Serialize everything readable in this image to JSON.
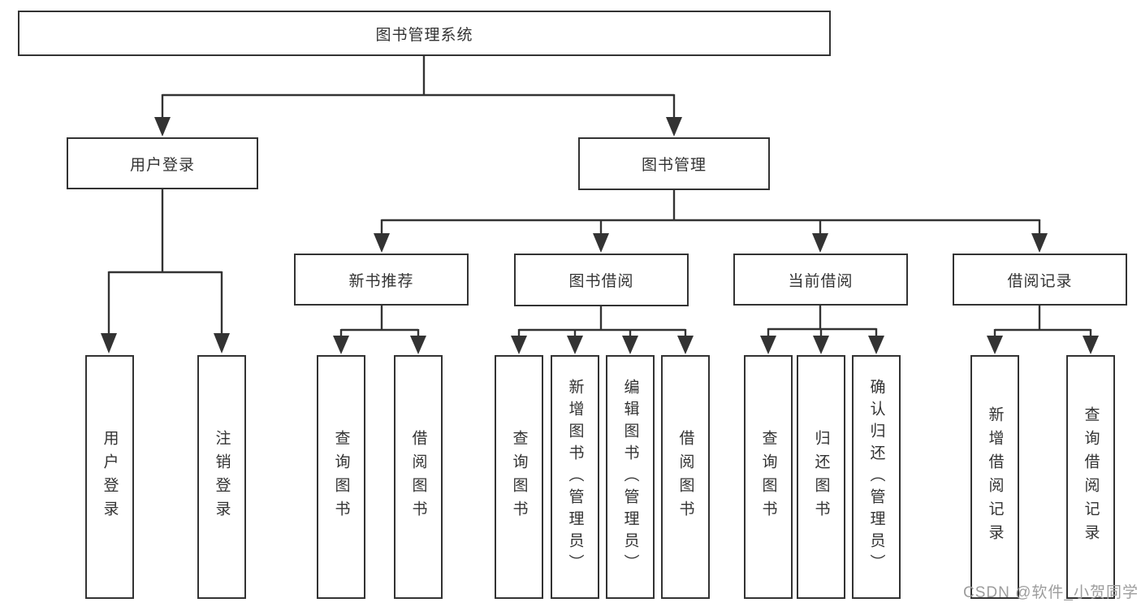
{
  "diagram": {
    "colors": {
      "line": "#333333",
      "box_border": "#333333",
      "box_fill": "#ffffff",
      "text": "#333333",
      "watermark_text": "#9d9d9d",
      "background": "#ffffff"
    },
    "nodes": {
      "root": "图书管理系统",
      "user_login": "用户登录",
      "book_management": "图书管理",
      "new_book_recommend": "新书推荐",
      "book_borrow": "图书借阅",
      "current_borrow": "当前借阅",
      "borrow_record": "借阅记录"
    },
    "leaves": {
      "user_login": [
        "用户登录",
        "注销登录"
      ],
      "new_book_recommend": [
        "查询图书",
        "借阅图书"
      ],
      "book_borrow": [
        "查询图书",
        "新增图书（管理员）",
        "编辑图书（管理员）",
        "借阅图书"
      ],
      "current_borrow": [
        "查询图书",
        "归还图书",
        "确认归还（管理员）"
      ],
      "borrow_record": [
        "新增借阅记录",
        "查询借阅记录"
      ]
    },
    "watermark": "CSDN @软件_小贺同学"
  }
}
